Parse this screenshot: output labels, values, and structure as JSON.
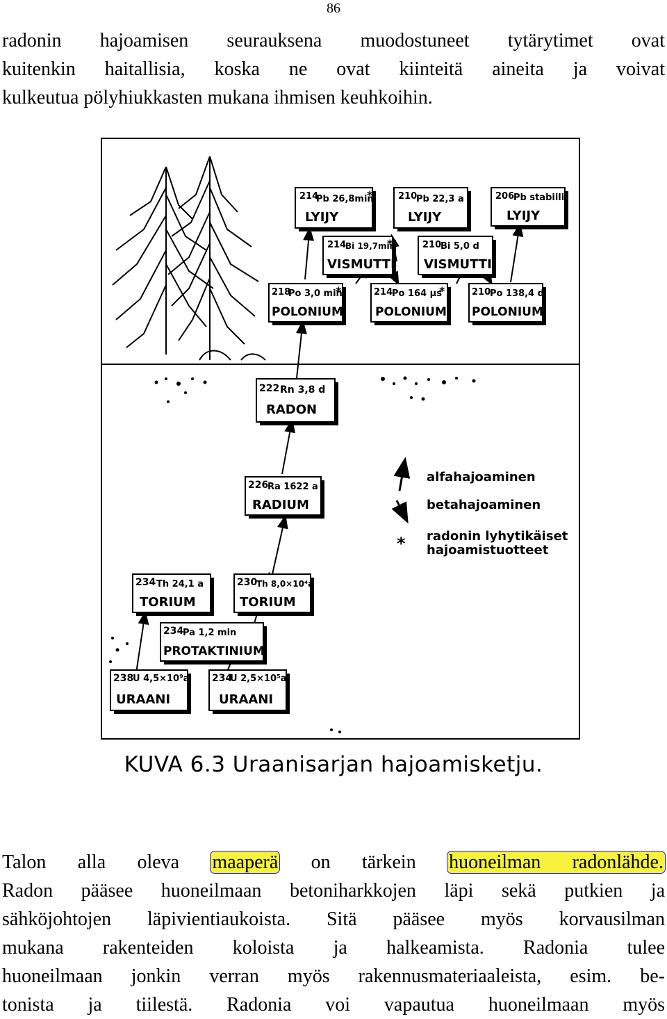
{
  "page_number": "86",
  "intro_lines": [
    "radonin hajoamisen seurauksena muodostuneet tytärytimet ovat",
    "kuitenkin haitallisia, koska ne ovat kiinteitä aineita ja voivat",
    "kulkeutua pölyhiukkasten mukana ihmisen keuhkoihin."
  ],
  "figure": {
    "nuclides": [
      {
        "id": "pb214",
        "mass": "214",
        "info": "Pb 26,8min",
        "name": "LYIJY",
        "star": true
      },
      {
        "id": "pb210",
        "mass": "210",
        "info": "Pb 22,3 a",
        "name": "LYIJY",
        "star": false
      },
      {
        "id": "pb206",
        "mass": "206",
        "info": "Pb stabiili",
        "name": "LYIJY",
        "star": false
      },
      {
        "id": "bi214",
        "mass": "214",
        "info": "Bi 19,7min",
        "name": "VISMUTTI",
        "star": true
      },
      {
        "id": "bi210",
        "mass": "210",
        "info": "Bi 5,0 d",
        "name": "VISMUTTI",
        "star": false
      },
      {
        "id": "po218",
        "mass": "218",
        "info": "Po 3,0 min",
        "name": "POLONIUM",
        "star": true
      },
      {
        "id": "po214",
        "mass": "214",
        "info": "Po 164 µs",
        "name": "POLONIUM",
        "star": true
      },
      {
        "id": "po210",
        "mass": "210",
        "info": "Po 138,4 d",
        "name": "POLONIUM",
        "star": false
      },
      {
        "id": "rn222",
        "mass": "222",
        "info": "Rn 3,8 d",
        "name": "RADON",
        "star": false
      },
      {
        "id": "ra226",
        "mass": "226",
        "info": "Ra 1622 a",
        "name": "RADIUM",
        "star": false
      },
      {
        "id": "th234",
        "mass": "234",
        "info": "Th 24,1 a",
        "name": "TORIUM",
        "star": false
      },
      {
        "id": "th230",
        "mass": "230",
        "info": "Th 8,0×10⁴a",
        "name": "TORIUM",
        "star": false
      },
      {
        "id": "pa234",
        "mass": "234",
        "info": "Pa 1,2 min",
        "name": "PROTAKTINIUM",
        "star": false
      },
      {
        "id": "u238",
        "mass": "238",
        "info": "U 4,5×10⁹a",
        "name": "URAANI",
        "star": false
      },
      {
        "id": "u234",
        "mass": "234",
        "info": "U 2,5×10⁵a",
        "name": "URAANI",
        "star": false
      }
    ],
    "legend": {
      "alpha": "alfahajoaminen",
      "beta": "betahajoaminen",
      "star_symbol": "*",
      "short_line1": "radonin lyhytikäiset",
      "short_line2": "hajoamistuotteet"
    }
  },
  "caption": "KUVA 6.3 Uraanisarjan hajoamisketju.",
  "body": {
    "line1": {
      "w1": "Talon",
      "w2": "alla",
      "w3": "oleva",
      "hl1": "maaperä",
      "w4": "on",
      "w5": "tärkein",
      "hl2": "huoneilman radonlähde."
    },
    "lines": [
      "Radon pääsee huoneilmaan betoniharkkojen läpi sekä putkien ja",
      "sähköjohtojen läpivientiaukoista. Sitä pääsee myös korvausilman",
      "mukana rakenteiden koloista ja halkeamista. Radonia tulee",
      "huoneilmaan jonkin verran myös rakennusmateriaaleista, esim. be-",
      "tonista ja tiilestä. Radonia voi vapautua huoneilmaan myös"
    ]
  }
}
